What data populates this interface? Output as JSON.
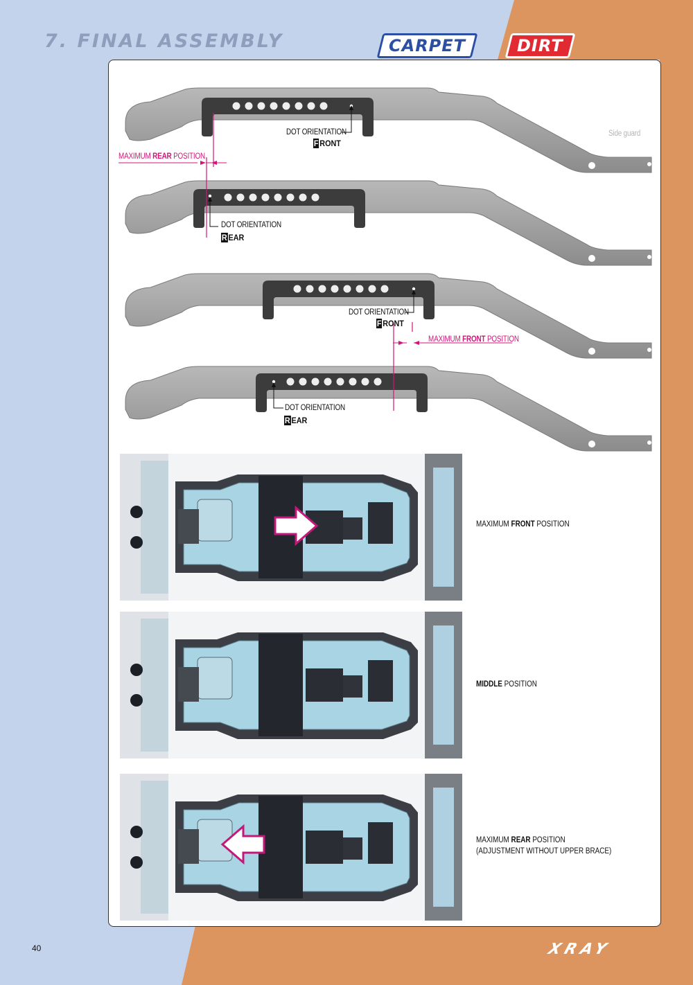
{
  "header": {
    "title": "7. FINAL ASSEMBLY",
    "badges": [
      "CARPET",
      "DIRT"
    ]
  },
  "colors": {
    "bg_left": "#c3d3ec",
    "bg_right": "#dc955f",
    "accent_pink": "#d1157a",
    "carpet_blue": "#2b4fa3",
    "dirt_red": "#e12a31"
  },
  "diagrams": {
    "side_guard_label": "Side guard",
    "d1": {
      "dot_label": "DOT ORIENTATION",
      "dir_cap": "F",
      "dir_rest": "RONT"
    },
    "d1_marker": {
      "prefix": "MAXIMUM ",
      "bold": "REAR",
      "suffix": " POSITION"
    },
    "d2": {
      "dot_label": "DOT ORIENTATION",
      "dir_cap": "R",
      "dir_rest": "EAR"
    },
    "d3": {
      "dot_label": "DOT ORIENTATION",
      "dir_cap": "F",
      "dir_rest": "RONT"
    },
    "d3_marker": {
      "prefix": "MAXIMUM ",
      "bold": "FRONT",
      "suffix": " POSITION"
    },
    "d4": {
      "dot_label": "DOT ORIENTATION",
      "dir_cap": "R",
      "dir_rest": "EAR"
    }
  },
  "photos": [
    {
      "prefix": "MAXIMUM ",
      "bold": "FRONT",
      "suffix": " POSITION",
      "line2": ""
    },
    {
      "prefix": "",
      "bold": "MIDDLE",
      "suffix": " POSITION",
      "line2": ""
    },
    {
      "prefix": "MAXIMUM ",
      "bold": "REAR",
      "suffix": " POSITION",
      "line2": "(ADJUSTMENT WITHOUT UPPER BRACE)"
    }
  ],
  "footer": {
    "page_number": "40",
    "logo": "XRAY"
  }
}
